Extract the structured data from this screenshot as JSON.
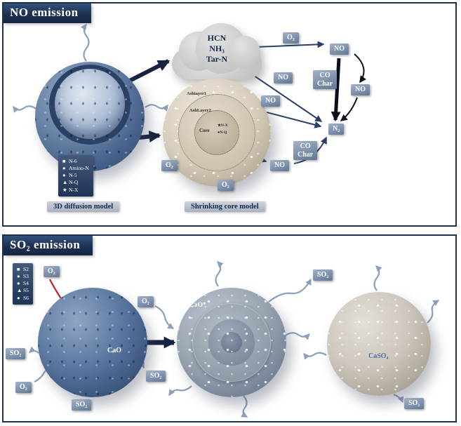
{
  "colors": {
    "navy": "#16243f",
    "steel": "#8aa0bd",
    "label_bg": "#617795",
    "red": "#c32222",
    "caso4_text": "#4a6db0"
  },
  "no_panel": {
    "title": "NO emission",
    "sphere_model_label": "3D diffusion model",
    "core_model_label": "Shrinking core model",
    "cloud": {
      "l1": "HCN",
      "l2": "NH₃",
      "l3": "Tar-N"
    },
    "legend": [
      {
        "m": "■",
        "t": "N-6"
      },
      {
        "m": "●",
        "t": "Amino-N"
      },
      {
        "m": "●",
        "t": "N-5"
      },
      {
        "m": "▲",
        "t": "N-Q"
      },
      {
        "m": "★",
        "t": "N-X"
      }
    ],
    "core": {
      "ash1": "Ashlayer1",
      "ash2": "AshLayer2",
      "core": "Core",
      "nx": "★N-X",
      "nq": "●N-Q"
    },
    "labels": {
      "o2_cloud": "O₂",
      "no_top": "NO",
      "no_right": "NO",
      "co1_l1": "CO",
      "co1_l2": "Char",
      "no_mid": "NO",
      "no_core_up": "NO",
      "n2": "N₂",
      "co2_l1": "CO",
      "co2_l2": "Char",
      "no_bottom": "NO",
      "o2_left": "O₂",
      "o2_bottom": "O₂"
    }
  },
  "so2_panel": {
    "title": "SO₂ emission",
    "legend": [
      {
        "m": "■",
        "t": "S2"
      },
      {
        "m": "●",
        "t": "S3"
      },
      {
        "m": "●",
        "t": "S4"
      },
      {
        "m": "▲",
        "t": "S5"
      },
      {
        "m": "●",
        "t": "S6"
      }
    ],
    "labels": {
      "o2_top": "O₂",
      "so2_left": "SO₂",
      "o2_bl": "O₂",
      "so2_bottom": "SO₂",
      "cao": "CaO",
      "so2_mid": "SO₂",
      "o2_mid": "O₂",
      "cao_star": "CaO*",
      "so2_tr": "SO₂",
      "caso4": "CaSO₄",
      "so2_br": "SO₂"
    }
  }
}
